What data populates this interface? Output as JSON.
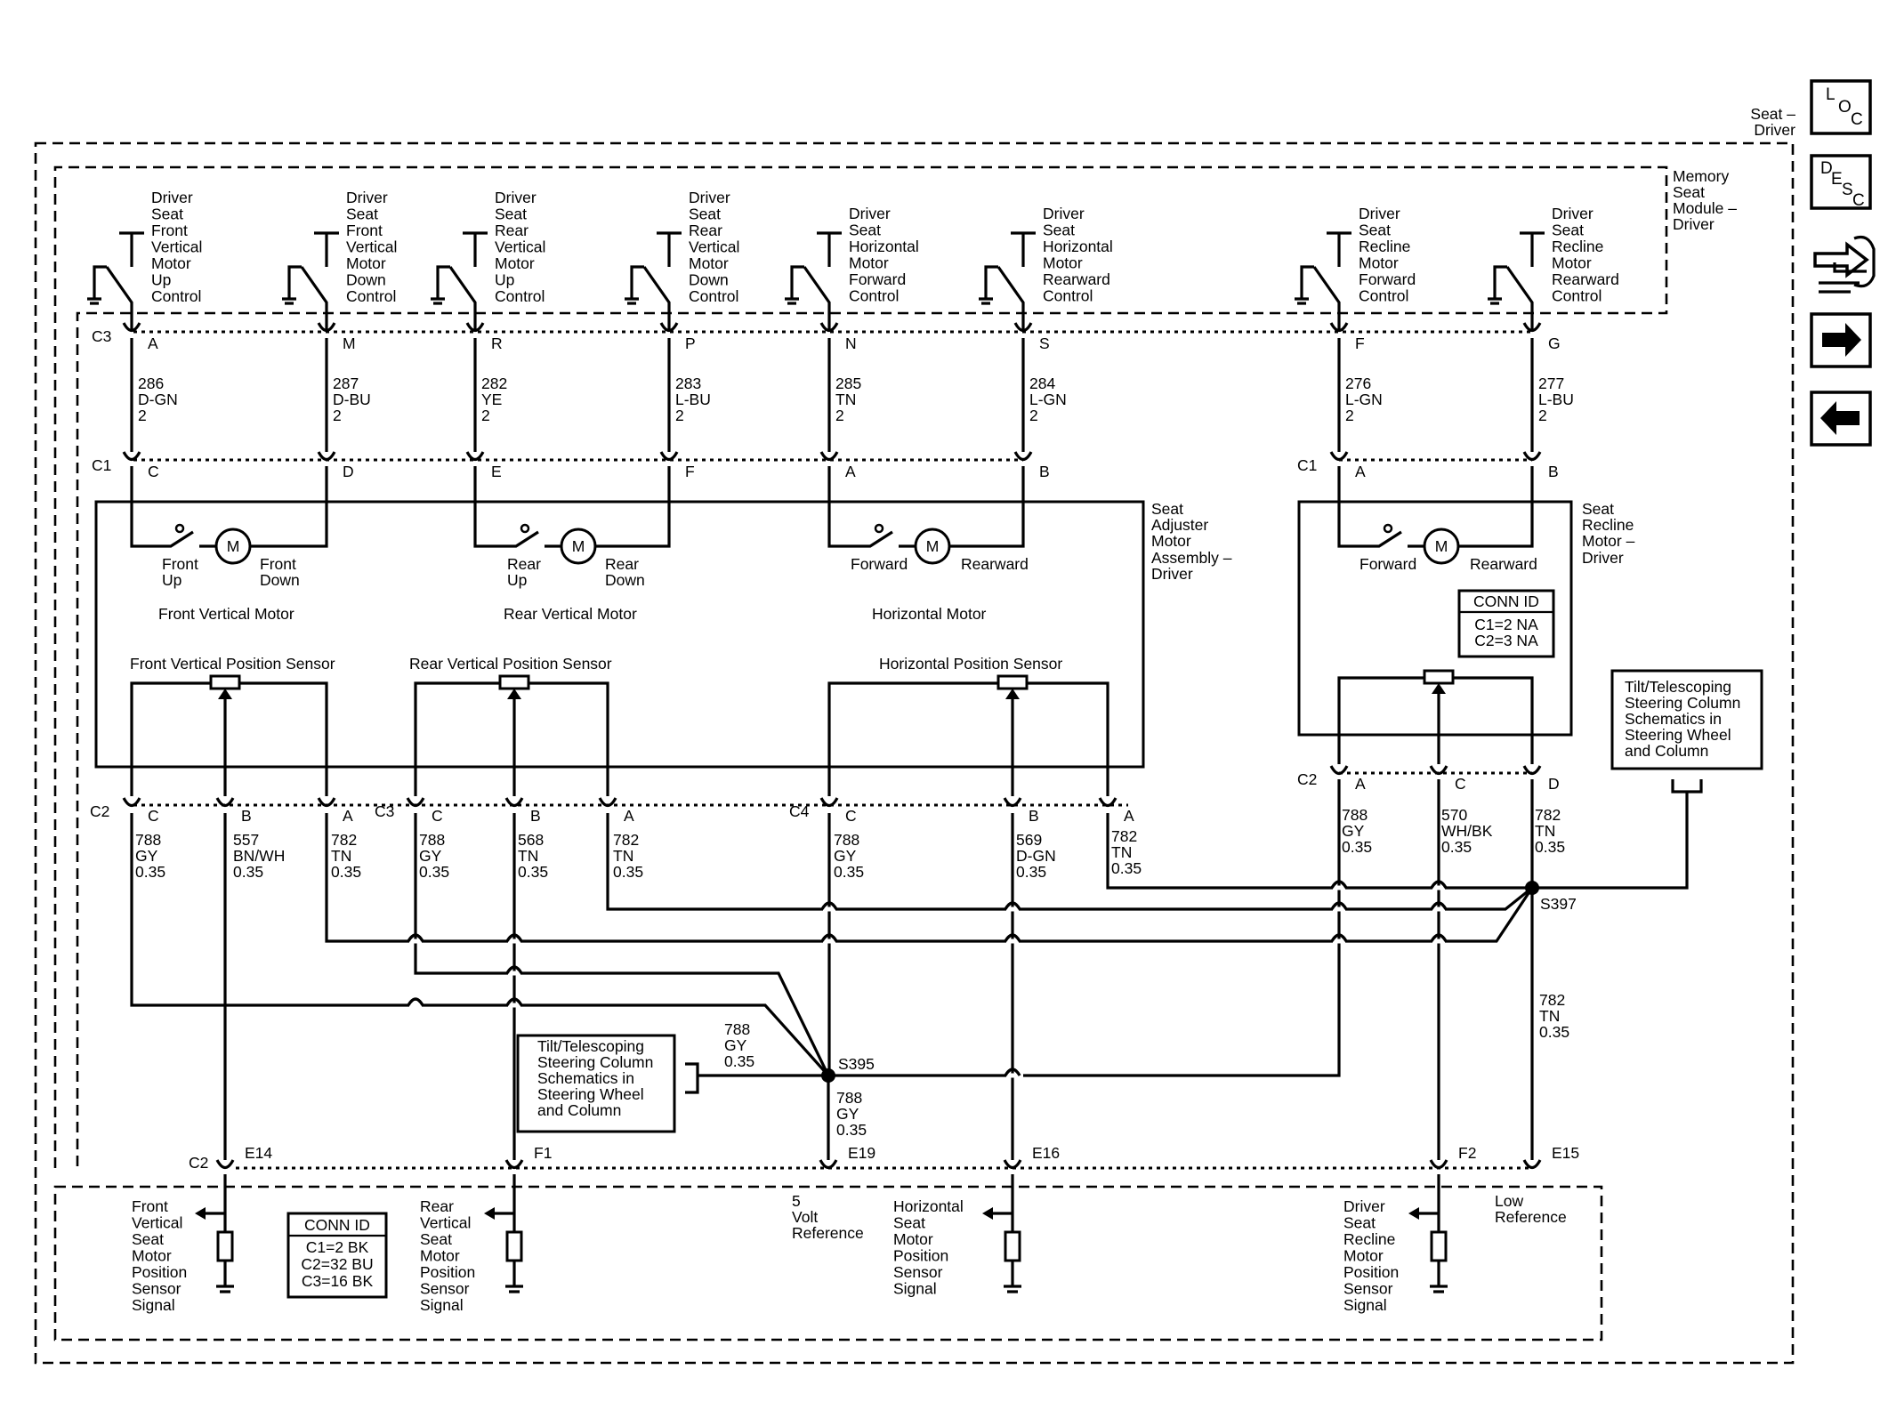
{
  "nav": {
    "loc": {
      "l": "L",
      "o": "O",
      "c": "C"
    },
    "desc": {
      "d": "D",
      "e": "E",
      "s": "S",
      "c": "C"
    }
  },
  "labels": {
    "seat_driver": [
      "Seat –",
      "Driver"
    ],
    "memory_module": [
      "Memory",
      "Seat",
      "Module –",
      "Driver"
    ],
    "adjuster": [
      "Seat",
      "Adjuster",
      "Motor",
      "Assembly –",
      "Driver"
    ],
    "recline_motor": [
      "Seat",
      "Recline",
      "Motor –",
      "Driver"
    ],
    "front_vertical_motor": "Front Vertical Motor",
    "rear_vertical_motor": "Rear Vertical Motor",
    "horizontal_motor": "Horizontal Motor",
    "front_vertical_sensor": "Front Vertical Position Sensor",
    "rear_vertical_sensor": "Rear Vertical Position Sensor",
    "horizontal_sensor": "Horizontal Position Sensor",
    "s397": "S397",
    "s395": "S395",
    "five_volt_ref": [
      "5",
      "Volt",
      "Reference"
    ],
    "low_ref": [
      "Low",
      "Reference"
    ]
  },
  "controls": [
    {
      "lines": [
        "Driver",
        "Seat",
        "Front",
        "Vertical",
        "Motor",
        "Up",
        "Control"
      ]
    },
    {
      "lines": [
        "Driver",
        "Seat",
        "Front",
        "Vertical",
        "Motor",
        "Down",
        "Control"
      ]
    },
    {
      "lines": [
        "Driver",
        "Seat",
        "Rear",
        "Vertical",
        "Motor",
        "Up",
        "Control"
      ]
    },
    {
      "lines": [
        "Driver",
        "Seat",
        "Rear",
        "Vertical",
        "Motor",
        "Down",
        "Control"
      ]
    },
    {
      "lines": [
        "Driver",
        "Seat",
        "Horizontal",
        "Motor",
        "Forward",
        "Control"
      ]
    },
    {
      "lines": [
        "Driver",
        "Seat",
        "Horizontal",
        "Motor",
        "Rearward",
        "Control"
      ]
    },
    {
      "lines": [
        "Driver",
        "Seat",
        "Recline",
        "Motor",
        "Forward",
        "Control"
      ]
    },
    {
      "lines": [
        "Driver",
        "Seat",
        "Recline",
        "Motor",
        "Rearward",
        "Control"
      ]
    }
  ],
  "c3_pins": [
    "A",
    "M",
    "R",
    "P",
    "N",
    "S",
    "F",
    "G"
  ],
  "c1_pins": [
    "C",
    "D",
    "E",
    "F",
    "A",
    "B",
    "A",
    "B"
  ],
  "connector_names": {
    "c3": "C3",
    "c1": "C1",
    "c1b": "C1",
    "c2": "C2",
    "c3b": "C3",
    "c4": "C4",
    "c2b": "C2",
    "c2c": "C2"
  },
  "upper_wires": [
    [
      "286",
      "D-GN",
      "2"
    ],
    [
      "287",
      "D-BU",
      "2"
    ],
    [
      "282",
      "YE",
      "2"
    ],
    [
      "283",
      "L-BU",
      "2"
    ],
    [
      "285",
      "TN",
      "2"
    ],
    [
      "284",
      "L-GN",
      "2"
    ],
    [
      "276",
      "L-GN",
      "2"
    ],
    [
      "277",
      "L-BU",
      "2"
    ]
  ],
  "motor_dirs": [
    [
      "Front",
      "Up"
    ],
    [
      "Front",
      "Down"
    ],
    [
      "Rear",
      "Up"
    ],
    [
      "Rear",
      "Down"
    ],
    [
      "Forward"
    ],
    [
      "Rearward"
    ],
    [
      "Forward"
    ],
    [
      "Rearward"
    ]
  ],
  "motor_letter": "M",
  "sensor_pins": {
    "front": [
      "C",
      "B",
      "A"
    ],
    "rear": [
      "C",
      "B",
      "A"
    ],
    "horiz": [
      "C",
      "B",
      "A"
    ],
    "recline": [
      "A",
      "C",
      "D"
    ]
  },
  "sensor_wires": [
    [
      "788",
      "GY",
      "0.35"
    ],
    [
      "557",
      "BN/WH",
      "0.35"
    ],
    [
      "782",
      "TN",
      "0.35"
    ],
    [
      "788",
      "GY",
      "0.35"
    ],
    [
      "568",
      "TN",
      "0.35"
    ],
    [
      "782",
      "TN",
      "0.35"
    ],
    [
      "788",
      "GY",
      "0.35"
    ],
    [
      "569",
      "D-GN",
      "0.35"
    ],
    [
      "782",
      "TN",
      "0.35"
    ],
    [
      "788",
      "GY",
      "0.35"
    ],
    [
      "570",
      "WH/BK",
      "0.35"
    ],
    [
      "782",
      "TN",
      "0.35"
    ]
  ],
  "s395_wire_left": [
    "788",
    "GY",
    "0.35"
  ],
  "s395_wire_down": [
    "788",
    "GY",
    "0.35"
  ],
  "s397_wire_down": [
    "782",
    "TN",
    "0.35"
  ],
  "conn_id_recline": {
    "title": "CONN ID",
    "lines": [
      "C1=2 NA",
      "C2=3 NA"
    ]
  },
  "conn_id_module": {
    "title": "CONN ID",
    "lines": [
      "C1=2 BK",
      "C2=32 BU",
      "C3=16 BK"
    ]
  },
  "tilt_ref": [
    "Tilt/Telescoping",
    "Steering Column",
    "Schematics in",
    "Steering Wheel",
    "and Column"
  ],
  "bottom_pins": [
    "E14",
    "F1",
    "E19",
    "E16",
    "F2",
    "E15"
  ],
  "bottom_signals": {
    "front": [
      "Front",
      "Vertical",
      "Seat",
      "Motor",
      "Position",
      "Sensor",
      "Signal"
    ],
    "rear": [
      "Rear",
      "Vertical",
      "Seat",
      "Motor",
      "Position",
      "Sensor",
      "Signal"
    ],
    "horiz": [
      "Horizontal",
      "Seat",
      "Motor",
      "Position",
      "Sensor",
      "Signal"
    ],
    "recline": [
      "Driver",
      "Seat",
      "Recline",
      "Motor",
      "Position",
      "Sensor",
      "Signal"
    ]
  }
}
